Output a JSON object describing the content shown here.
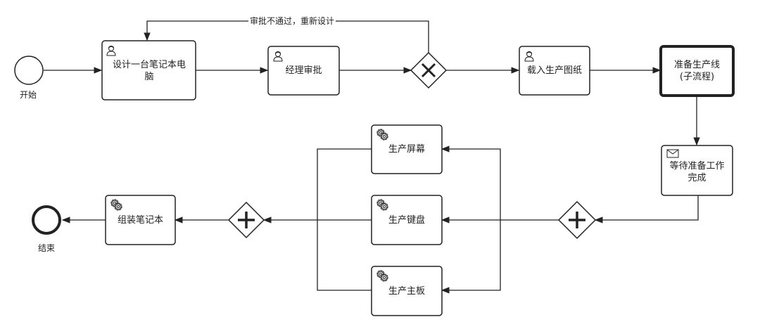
{
  "events": {
    "start": {
      "label": "开始"
    },
    "end": {
      "label": "结束"
    }
  },
  "tasks": {
    "design": {
      "label": "设计一台笔记本电脑",
      "kind": "user",
      "icon": "user-icon"
    },
    "review": {
      "label": "经理审批",
      "kind": "user",
      "icon": "user-icon"
    },
    "load": {
      "label": "载入生产图纸",
      "kind": "user",
      "icon": "user-icon"
    },
    "prepare": {
      "label": "准备生产线\n(子流程)",
      "kind": "subprocess"
    },
    "wait": {
      "label": "等待准备工作完成",
      "kind": "receive",
      "icon": "envelope-icon"
    },
    "screen": {
      "label": "生产屏幕",
      "kind": "service",
      "icon": "gear-icon"
    },
    "keyboard": {
      "label": "生产键盘",
      "kind": "service",
      "icon": "gear-icon"
    },
    "board": {
      "label": "生产主板",
      "kind": "service",
      "icon": "gear-icon"
    },
    "assemble": {
      "label": "组装笔记本",
      "kind": "service",
      "icon": "gear-icon"
    }
  },
  "gateways": {
    "xor": {
      "kind": "exclusive"
    },
    "fork": {
      "kind": "parallel"
    },
    "join": {
      "kind": "parallel"
    }
  },
  "flows": {
    "reject_label": "审批不通过，重新设计"
  },
  "colors": {
    "stroke": "#222222",
    "fill": "#ffffff"
  }
}
